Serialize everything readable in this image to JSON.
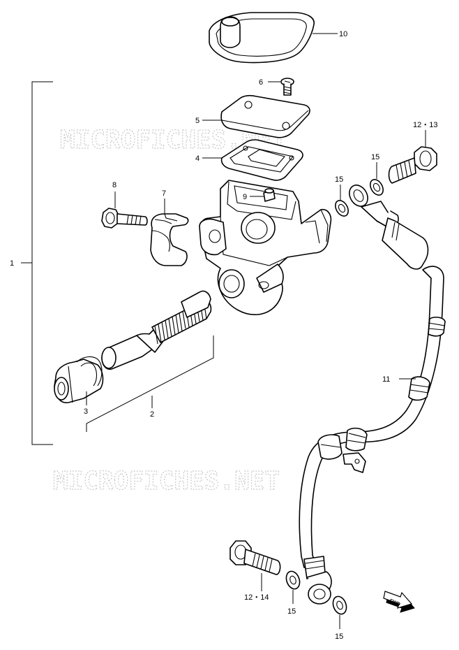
{
  "watermark": "MICROFICHES.NET",
  "direction_badge": "FWD",
  "callouts": {
    "p1": "1",
    "p2": "2",
    "p3": "3",
    "p4": "4",
    "p5": "5",
    "p6": "6",
    "p7": "7",
    "p8": "8",
    "p9": "9",
    "p10": "10",
    "p11": "11",
    "p12_13": "12・13",
    "p12_14": "12・14",
    "p15_a": "15",
    "p15_b": "15",
    "p15_c": "15",
    "p15_d": "15"
  }
}
